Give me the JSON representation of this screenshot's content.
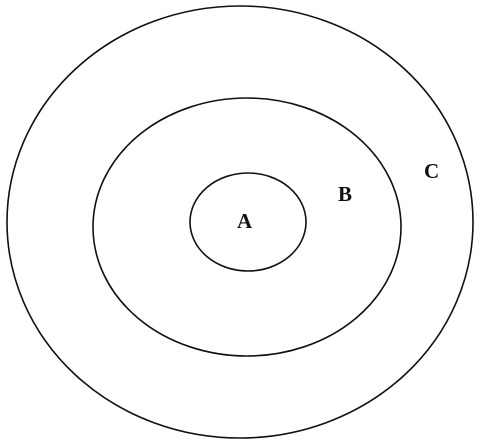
{
  "diagram": {
    "type": "nested-circles",
    "colors": {
      "background": "#ffffff",
      "stroke": "#111111",
      "text": "#111111"
    },
    "labels": {
      "inner": "A",
      "middle": "B",
      "outer": "C"
    }
  }
}
